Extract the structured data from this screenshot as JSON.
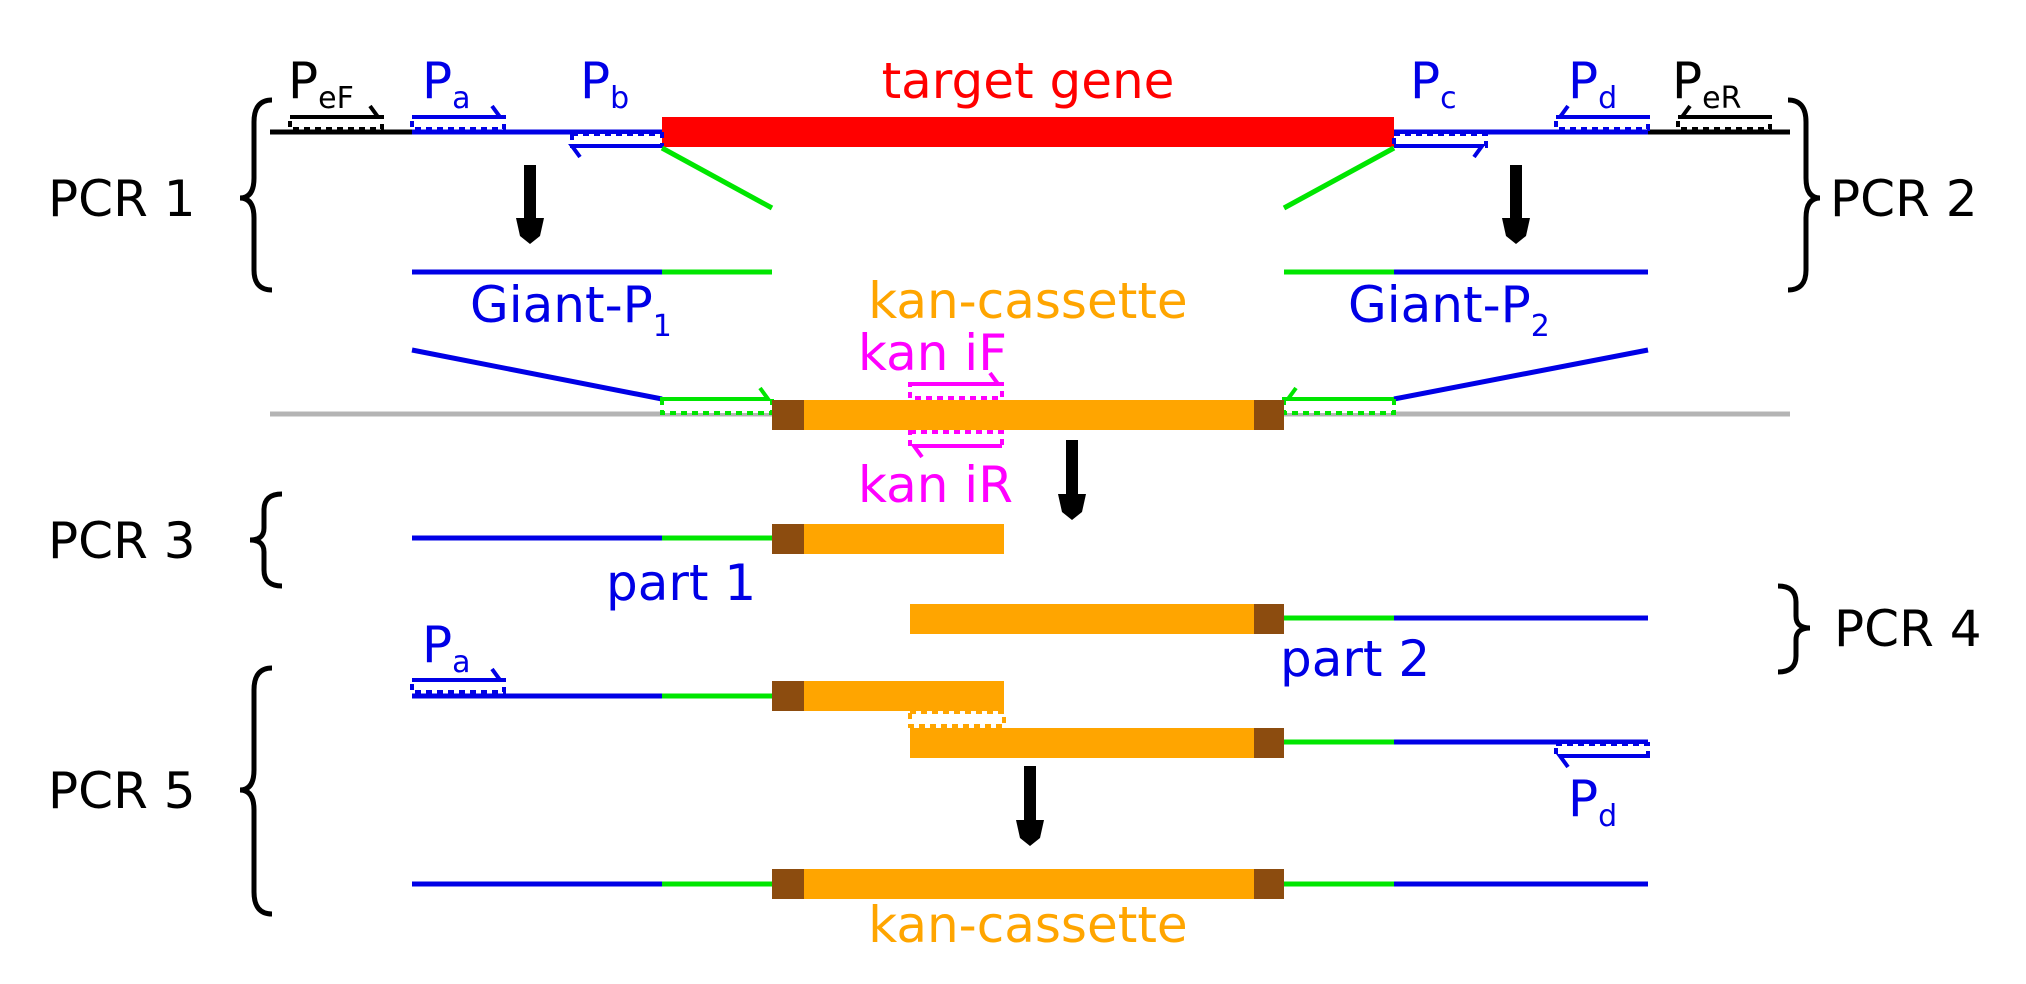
{
  "colors": {
    "black": "#000000",
    "blue": "#0000e6",
    "green": "#00e600",
    "red": "#ff0000",
    "orange": "#ffa500",
    "brown": "#8c4c0f",
    "magenta": "#ff00ff",
    "gray": "#b4b4b4"
  },
  "labels": {
    "pcr1": "PCR 1",
    "pcr2": "PCR 2",
    "pcr3": "PCR 3",
    "pcr4": "PCR 4",
    "pcr5": "PCR 5",
    "target_gene": "target gene",
    "kan_cassette_top": "kan-cassette",
    "kan_cassette_bottom": "kan-cassette",
    "giant_p1_main": "Giant-P",
    "giant_p1_sub": "1",
    "giant_p2_main": "Giant-P",
    "giant_p2_sub": "2",
    "kan_if": "kan iF",
    "kan_ir": "kan iR",
    "part1": "part 1",
    "part2": "part 2"
  },
  "primers": {
    "peF": {
      "main": "P",
      "sub": "eF"
    },
    "pa": {
      "main": "P",
      "sub": "a"
    },
    "pb": {
      "main": "P",
      "sub": "b"
    },
    "pc": {
      "main": "P",
      "sub": "c"
    },
    "pd": {
      "main": "P",
      "sub": "d"
    },
    "peR": {
      "main": "P",
      "sub": "eR"
    },
    "pa_pcr5": {
      "main": "P",
      "sub": "a"
    },
    "pd_pcr5": {
      "main": "P",
      "sub": "d"
    }
  },
  "icons": {
    "arrow": "down-arrow-icon",
    "brace": "curly-brace-icon",
    "primer": "primer-half-arrow-icon"
  }
}
